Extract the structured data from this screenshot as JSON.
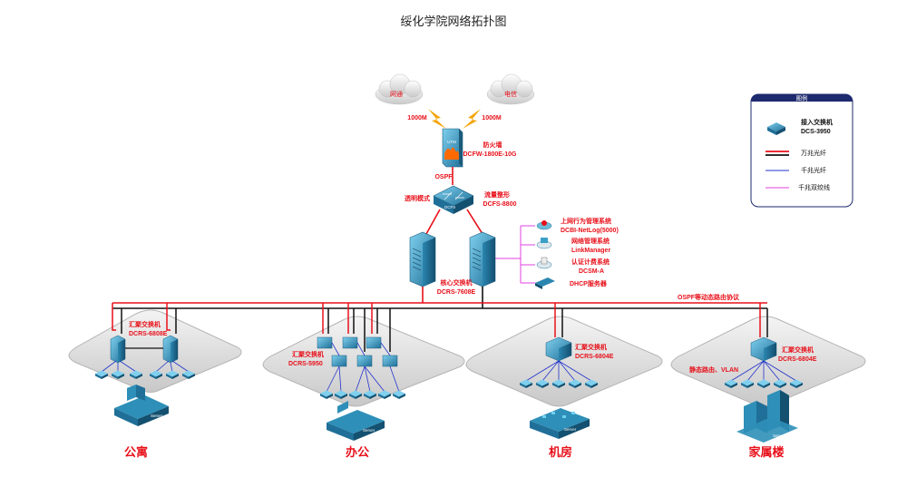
{
  "title": "绥化学院网络拓扑图",
  "isp": {
    "left": "网通",
    "right": "电信",
    "left_speed": "1000M",
    "right_speed": "1000M"
  },
  "firewall": {
    "label": "防火墙",
    "model": "DCFW-1800E-10G",
    "box_text": "UTM"
  },
  "ospf": "OSPF",
  "shaper": {
    "mode": "透明模式",
    "label": "流量整形",
    "model": "DCFS-8800",
    "box_text": "DCFS"
  },
  "core": {
    "label": "核心交换机",
    "model": "DCRS-7608E"
  },
  "servers": [
    {
      "label": "上网行为管理系统",
      "model": "DCBI-NetLog(5000)"
    },
    {
      "label": "网络管理系统",
      "model": "LinkManager"
    },
    {
      "label": "认证计费系统",
      "model": "DCSM-A"
    },
    {
      "label": "",
      "model": "DHCP服务器"
    }
  ],
  "ospf_note": "OSPF等动态路由协议",
  "legend": {
    "title": "图例",
    "items": [
      {
        "label": "接入交换机",
        "model": "DCS-3950"
      },
      {
        "label": "万兆光纤",
        "color": "#e8101a"
      },
      {
        "label": "千兆光纤",
        "color": "#2233cc"
      },
      {
        "label": "千兆双绞线",
        "color": "#e040e0"
      }
    ]
  },
  "areas": [
    {
      "name": "公寓",
      "switch_label": "汇聚交换机",
      "switch_model": "DCRS-6808E",
      "note": ""
    },
    {
      "name": "办公",
      "switch_label": "汇聚交换机",
      "switch_model": "DCRS-5950",
      "note": ""
    },
    {
      "name": "机房",
      "switch_label": "汇聚交换机",
      "switch_model": "DCRS-6804E",
      "note": ""
    },
    {
      "name": "家属楼",
      "switch_label": "汇聚交换机",
      "switch_model": "DCRS-6804E",
      "note": "静态路由、VLAN"
    }
  ],
  "building_label": "Server",
  "colors": {
    "ten_gig_fiber": "#e8101a",
    "gig_fiber": "#2233cc",
    "gig_twisted": "#e040e0",
    "backbone": "#111111",
    "device": "#3aa0c8",
    "label_red": "#e8101a"
  }
}
